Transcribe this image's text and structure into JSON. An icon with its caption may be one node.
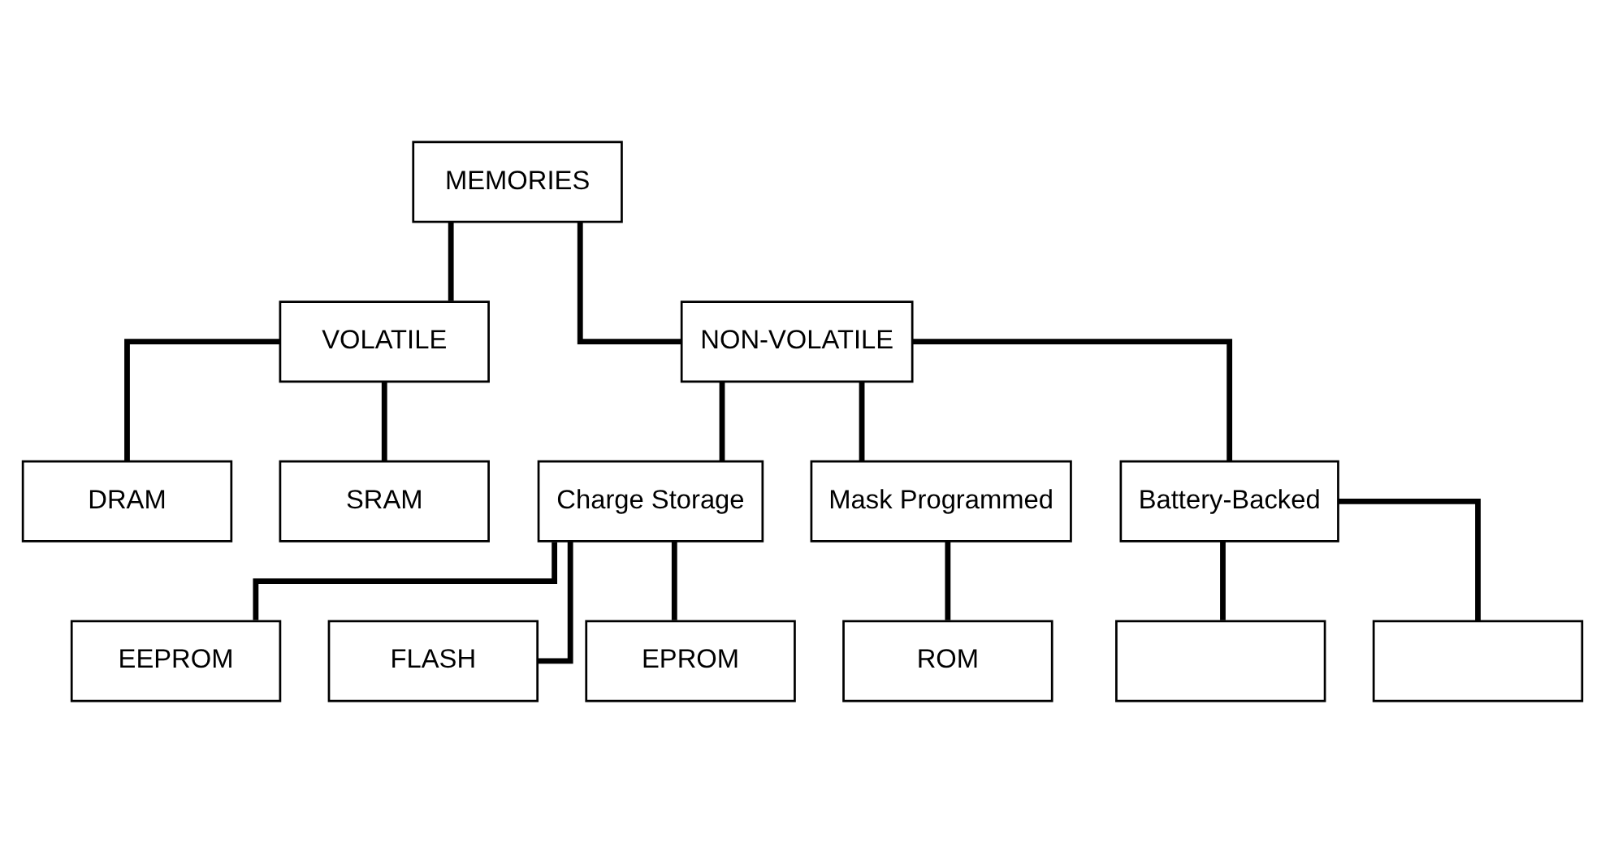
{
  "diagram": {
    "nodes": [
      {
        "text": [
          "MEMORIES"
        ]
      },
      {
        "text": [
          "VOLATILE"
        ]
      },
      {
        "text": [
          "NON-VOLATILE"
        ]
      },
      {
        "text": [
          "DRAM"
        ]
      },
      {
        "text": [
          "SRAM"
        ]
      },
      {
        "text": [
          "Charge Storage"
        ]
      },
      {
        "text": [
          "Mask Programmed"
        ]
      },
      {
        "text": [
          "Battery-Backed"
        ]
      },
      {
        "text": [
          "EEPROM"
        ]
      },
      {
        "text": [
          "FLASH"
        ]
      },
      {
        "text": [
          "EPROM"
        ]
      },
      {
        "text": [
          "ROM"
        ]
      },
      {
        "text": [],
        "shape": "box"
      },
      {
        "text": [],
        "shape": "box"
      }
    ],
    "edges": [
      {
        "from": 0,
        "to": 1,
        "arrow": "none"
      },
      {
        "from": 0,
        "to": 2,
        "arrow": "none"
      },
      {
        "from": 1,
        "to": 3,
        "arrow": "none"
      },
      {
        "from": 1,
        "to": 4,
        "arrow": "none"
      },
      {
        "from": 2,
        "to": 5,
        "arrow": "none"
      },
      {
        "from": 2,
        "to": 6,
        "arrow": "none"
      },
      {
        "from": 2,
        "to": 7,
        "arrow": "none"
      },
      {
        "from": 5,
        "to": 8,
        "arrow": "none"
      },
      {
        "from": 5,
        "to": 9,
        "arrow": "none"
      },
      {
        "from": 5,
        "to": 10,
        "arrow": "none"
      },
      {
        "from": 6,
        "to": 11,
        "arrow": "none"
      },
      {
        "from": 7,
        "to": 12,
        "arrow": "none"
      },
      {
        "from": 7,
        "to": 13,
        "arrow": "none"
      }
    ]
  }
}
